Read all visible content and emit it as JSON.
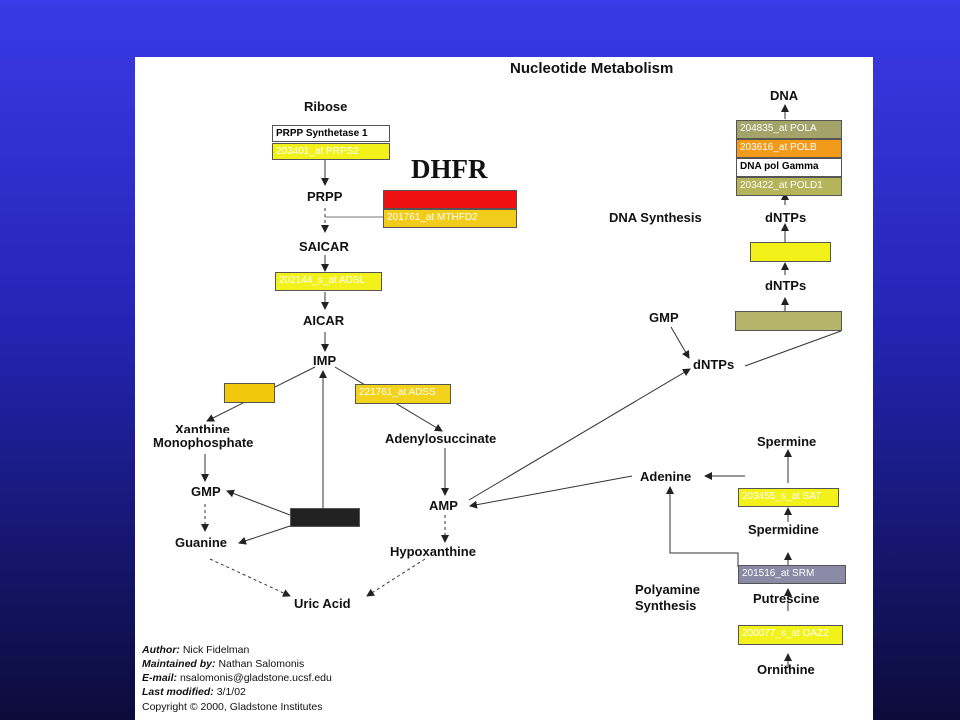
{
  "title": "Nucleotide Metabolism",
  "annotation": "DHFR",
  "metabolites": {
    "ribose": "Ribose",
    "prpp": "PRPP",
    "saicar": "SAICAR",
    "aicar": "AICAR",
    "imp": "IMP",
    "xanthine": "Xanthine",
    "monophosphate": "Monophosphate",
    "gmp_left": "GMP",
    "guanine": "Guanine",
    "uric_acid": "Uric Acid",
    "adenylosuccinate": "Adenylosuccinate",
    "amp": "AMP",
    "hypoxanthine": "Hypoxanthine",
    "dna": "DNA",
    "dna_synthesis": "DNA Synthesis",
    "dntps_top": "dNTPs",
    "dntps_mid": "dNTPs",
    "gmp_right": "GMP",
    "dntps_bottom": "dNTPs",
    "spermine": "Spermine",
    "adenine": "Adenine",
    "spermidine": "Spermidine",
    "polyamine_synthesis": "Polyamine\nSynthesis",
    "putrescine": "Putrescine",
    "ornithine": "Ornithine"
  },
  "gene_boxes": {
    "prpp_synthetase": {
      "label": "PRPP Synthetase 1",
      "color": "#ffffff"
    },
    "prps2": {
      "label": "203401_at PRPS2",
      "color": "#f2f21a"
    },
    "dhfr_red": {
      "label": "",
      "color": "#ee1111"
    },
    "mthfd2": {
      "label": "201761_at MTHFD2",
      "color": "#f2cc1a"
    },
    "adsl": {
      "label": "202144_s_at ADSL",
      "color": "#f2f21a"
    },
    "left_unlabeled": {
      "label": "",
      "color": "#f2c80f"
    },
    "adss": {
      "label": "221761_at ADSS",
      "color": "#f2d21a"
    },
    "black_box": {
      "label": "",
      "color": "#222222"
    },
    "pola": {
      "label": "204835_at POLA",
      "color": "#a4a46a"
    },
    "polb": {
      "label": "203616_at POLB",
      "color": "#f29a1a"
    },
    "pol_gamma": {
      "label": "DNA pol Gamma",
      "color": "#ffffff"
    },
    "pold1": {
      "label": "203422_at POLD1",
      "color": "#b4b45a"
    },
    "dna_yellow": {
      "label": "",
      "color": "#f2f21a"
    },
    "dna_olive": {
      "label": "",
      "color": "#b4b46a"
    },
    "sat": {
      "label": "203455_s_at SAT",
      "color": "#f2f21a"
    },
    "srm": {
      "label": "201516_at SRM",
      "color": "#8a8aa6"
    },
    "oaz2": {
      "label": "200077_s_at OAZ2",
      "color": "#f2f21a"
    }
  },
  "credits": {
    "author_label": "Author:",
    "author": "Nick Fidelman",
    "maintained_label": "Maintained by:",
    "maintained": "Nathan Salomonis",
    "email_label": "E-mail:",
    "email": "nsalomonis@gladstone.ucsf.edu",
    "modified_label": "Last modified:",
    "modified": "3/1/02",
    "copyright": "Copyright © 2000, Gladstone Institutes"
  }
}
